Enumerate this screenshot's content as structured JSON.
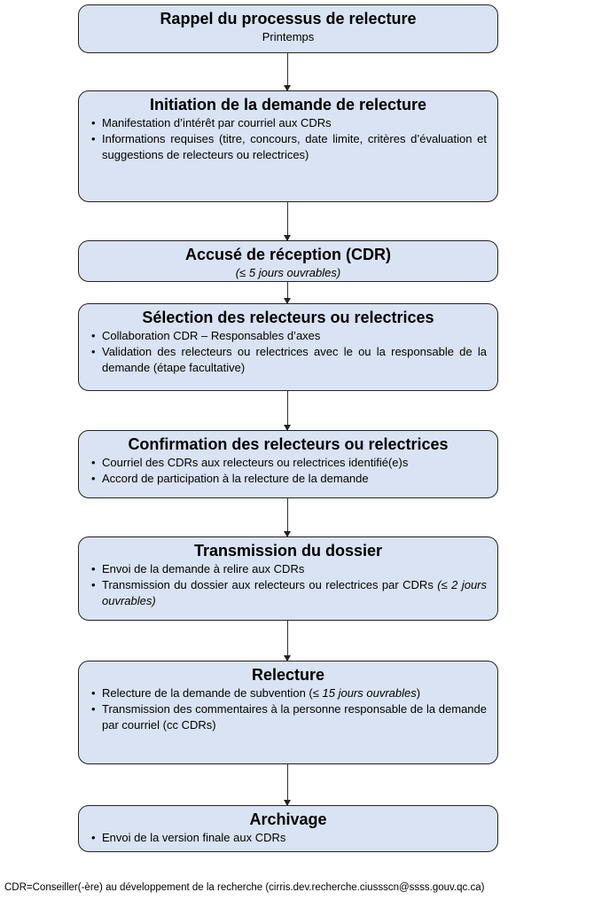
{
  "steps": [
    {
      "title": "Rappel du processus de relecture",
      "subtitle": "Printemps"
    },
    {
      "title": "Initiation de la demande de relecture",
      "bullets": [
        [
          {
            "t": "Manifestation d’intérêt par courriel aux CDRs"
          }
        ],
        [
          {
            "t": "Informations requises (titre, concours, date limite, critères d’évaluation et suggestions de relecteurs ou relectrices)"
          }
        ]
      ]
    },
    {
      "title": "Accusé de réception (CDR)",
      "subtitle": "(≤ 5 jours ouvrables)"
    },
    {
      "title": "Sélection des relecteurs ou relectrices",
      "bullets": [
        [
          {
            "t": "Collaboration CDR – Responsables d’axes"
          }
        ],
        [
          {
            "t": "Validation des relecteurs ou relectrices avec le ou la responsable de la demande (étape facultative)"
          }
        ]
      ]
    },
    {
      "title": "Confirmation des relecteurs ou relectrices",
      "bullets": [
        [
          {
            "t": "Courriel des CDRs aux relecteurs ou relectrices identifié(e)s"
          }
        ],
        [
          {
            "t": "Accord de participation à la relecture de la demande"
          }
        ]
      ]
    },
    {
      "title": "Transmission du dossier",
      "bullets": [
        [
          {
            "t": "Envoi de la demande à relire aux CDRs"
          }
        ],
        [
          {
            "t": "Transmission du dossier aux relecteurs ou relectrices par CDRs "
          },
          {
            "t": "(≤ 2 jours ouvrables)",
            "i": true
          }
        ]
      ]
    },
    {
      "title": "Relecture",
      "bullets": [
        [
          {
            "t": "Relecture de la demande de subvention ("
          },
          {
            "t": "≤ 15 jours ouvrables",
            "i": true
          },
          {
            "t": ")"
          }
        ],
        [
          {
            "t": "Transmission des commentaires à la personne responsable de la demande par courriel (cc CDRs)"
          }
        ]
      ]
    },
    {
      "title": "Archivage",
      "bullets": [
        [
          {
            "t": "Envoi de la version finale aux CDRs"
          }
        ]
      ]
    }
  ],
  "footnote": "CDR=Conseiller(-ère) au développement de la recherche (cirris.dev.recherche.ciussscn@ssss.gouv.qc.ca)",
  "colors": {
    "box_fill": "#dae3f3",
    "border": "#222222"
  }
}
